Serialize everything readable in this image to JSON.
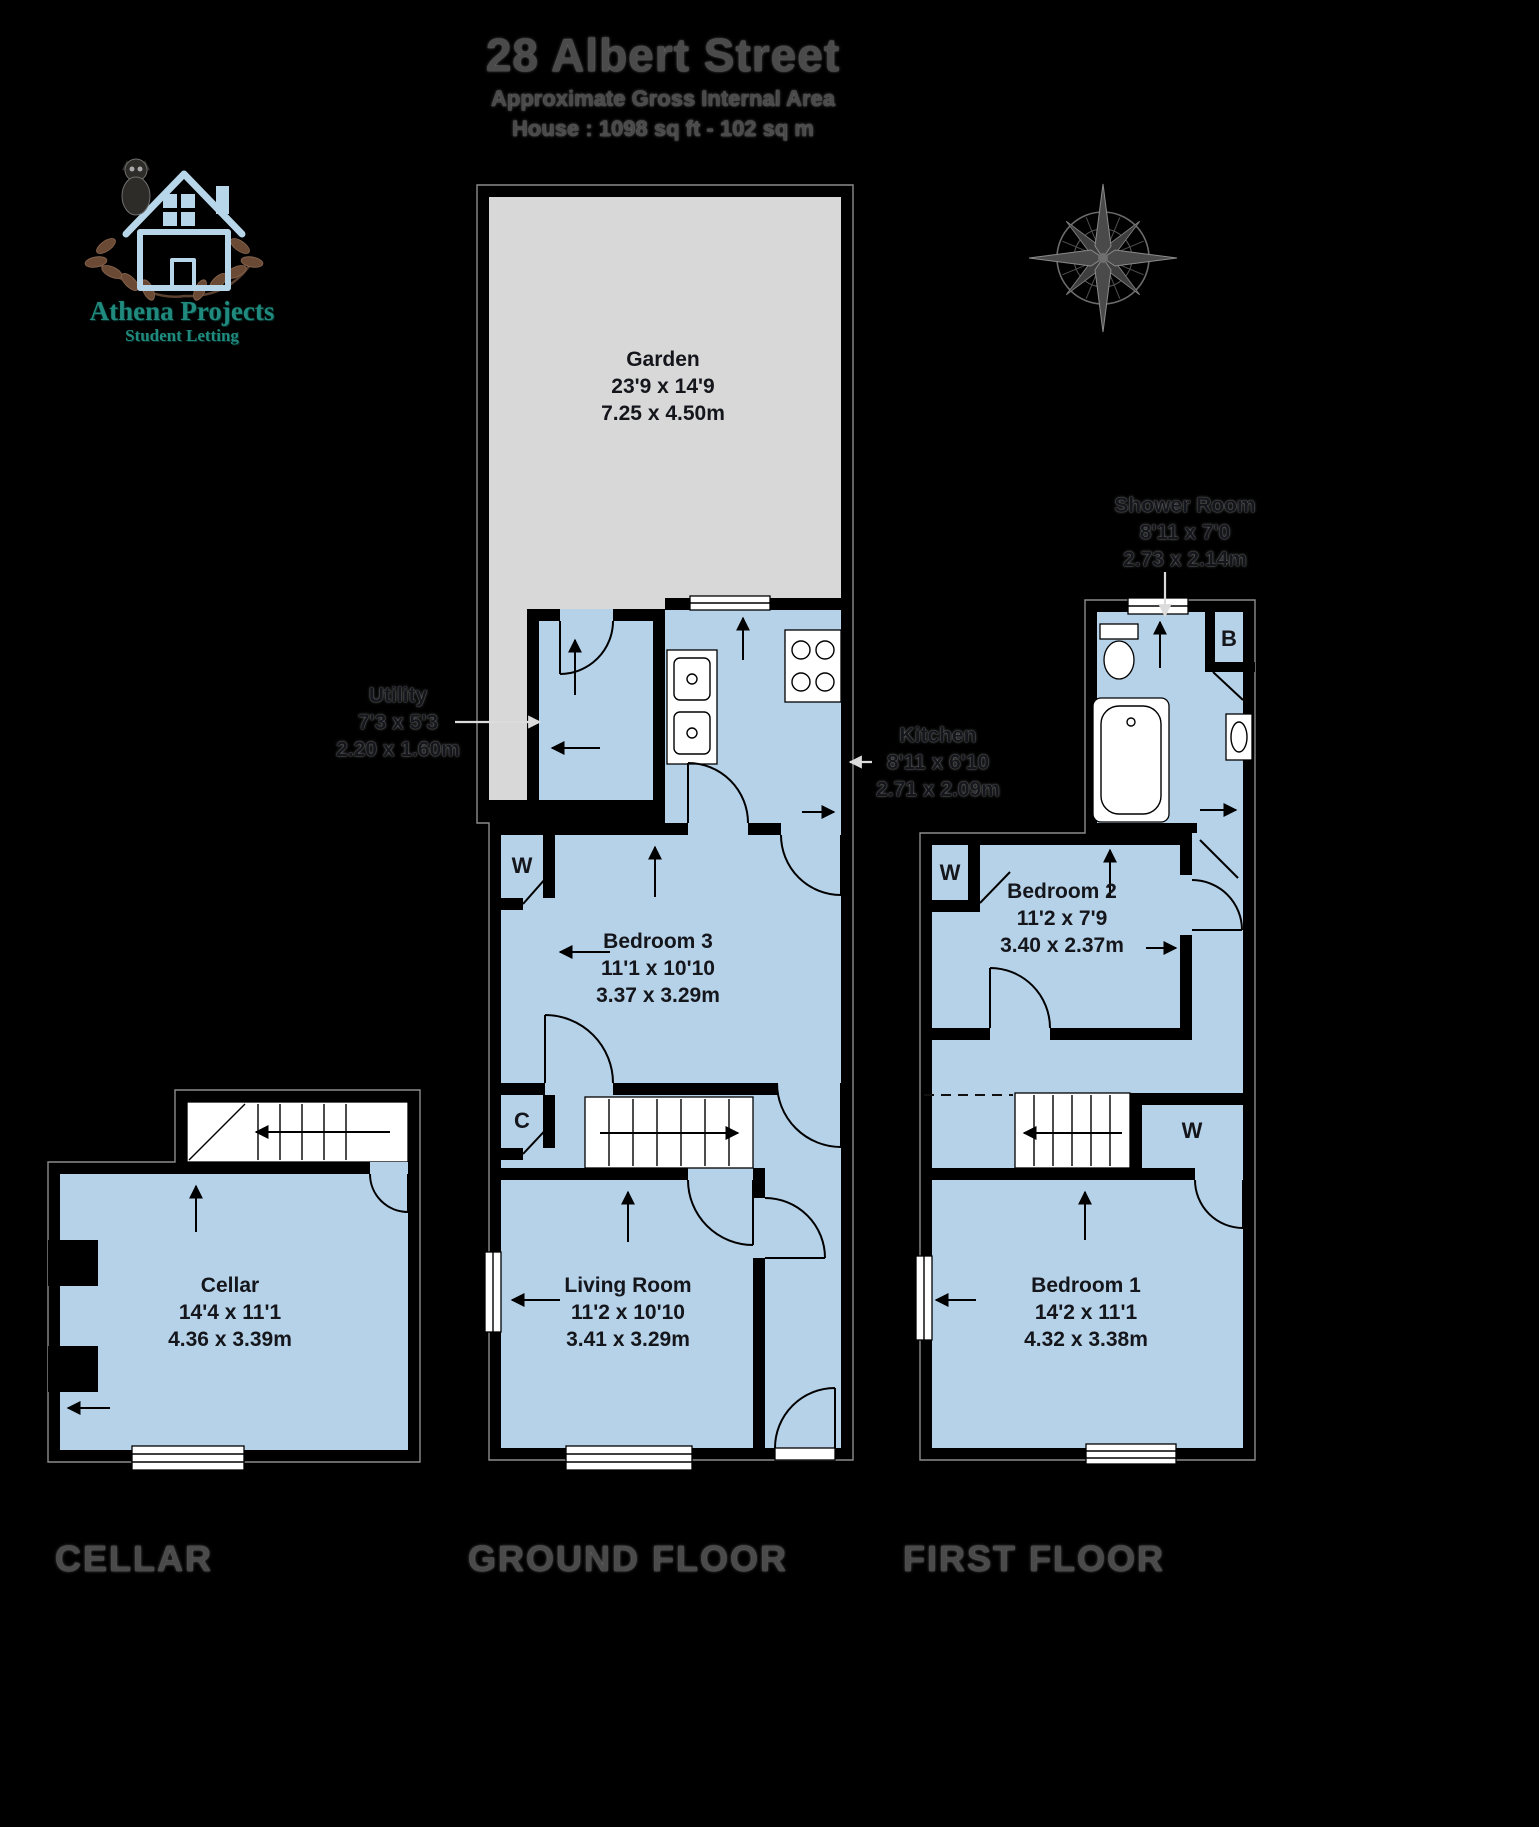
{
  "header": {
    "title": "28 Albert Street",
    "subtitle1": "Approximate Gross Internal Area",
    "subtitle2": "House : 1098 sq ft - 102 sq m"
  },
  "logo": {
    "name": "Athena Projects",
    "tagline": "Student Letting"
  },
  "colors": {
    "room_fill": "#b6d2e8",
    "garden_fill": "#d8d8d8",
    "wall": "#000000",
    "logo_teal": "#1f8a7d",
    "logo_house_blue": "#b7d6ea",
    "leaf_brown": "#6b4a35"
  },
  "icons": {
    "compass": "compass-rose-icon",
    "logo": "owl-house-icon"
  },
  "floors": {
    "cellar": {
      "label": "CELLAR",
      "room": {
        "name": "Cellar",
        "imperial": "14'4 x 11'1",
        "metric": "4.36 x 3.39m"
      }
    },
    "ground": {
      "label": "GROUND FLOOR",
      "garden": {
        "name": "Garden",
        "imperial": "23'9 x 14'9",
        "metric": "7.25 x 4.50m"
      },
      "utility": {
        "name": "Utility",
        "imperial": "7'3 x 5'3",
        "metric": "2.20 x 1.60m"
      },
      "kitchen": {
        "name": "Kitchen",
        "imperial": "8'11 x 6'10",
        "metric": "2.71 x 2.09m"
      },
      "bedroom3": {
        "name": "Bedroom 3",
        "imperial": "11'1 x 10'10",
        "metric": "3.37 x 3.29m"
      },
      "living_room": {
        "name": "Living Room",
        "imperial": "11'2 x 10'10",
        "metric": "3.41 x 3.29m"
      },
      "closets": {
        "wardrobe": "W",
        "cupboard": "C"
      }
    },
    "first": {
      "label": "FIRST FLOOR",
      "shower_room": {
        "name": "Shower Room",
        "imperial": "8'11 x 7'0",
        "metric": "2.73 x 2.14m"
      },
      "bedroom2": {
        "name": "Bedroom 2",
        "imperial": "11'2 x 7'9",
        "metric": "3.40 x 2.37m"
      },
      "bedroom1": {
        "name": "Bedroom 1",
        "imperial": "14'2 x 11'1",
        "metric": "4.32 x 3.38m"
      },
      "closets": {
        "wardrobe_left": "W",
        "boiler": "B",
        "wardrobe_right": "W"
      }
    }
  }
}
